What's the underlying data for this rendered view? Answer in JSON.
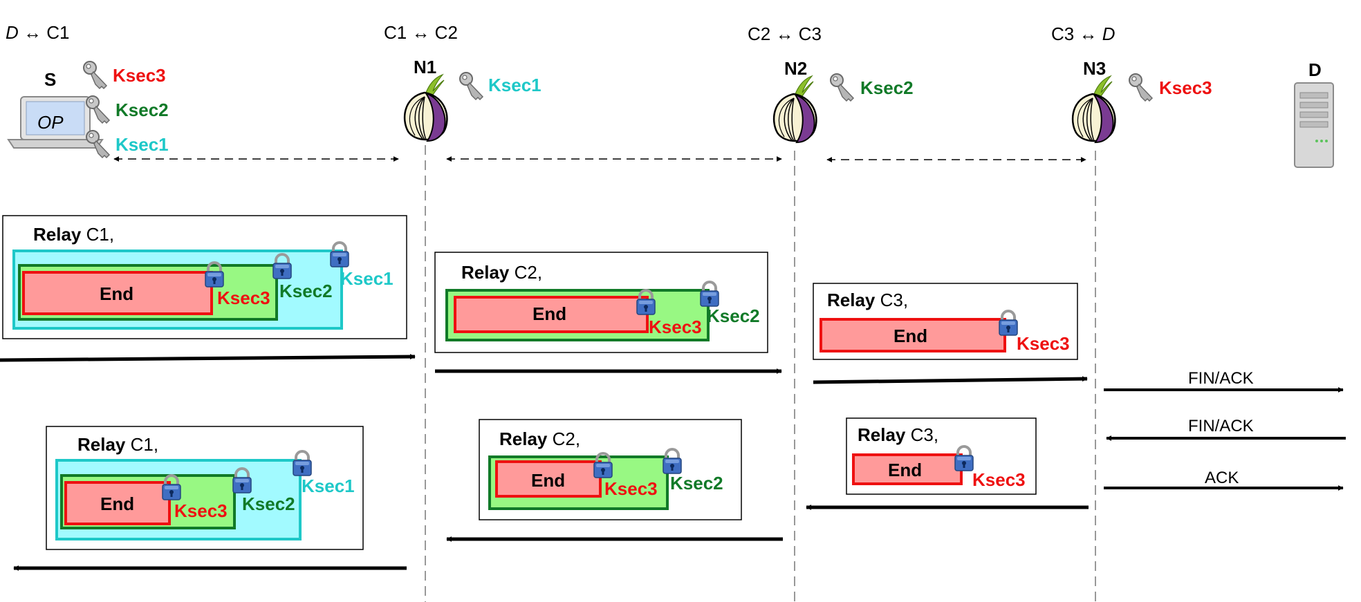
{
  "colors": {
    "ksec1": "#1ec8c8",
    "ksec2": "#117a28",
    "ksec3": "#ee1111",
    "outer1_fill": "#a2faff",
    "outer2_fill": "#98f883",
    "inner_fill": "#ff9a9a",
    "onion_purple": "#7a3b92"
  },
  "headers": {
    "d_c1": {
      "d": "D",
      "arrow": " ↔ ",
      "c": "C1"
    },
    "c1_c2": "C1 ↔ C2",
    "c2_c3": "C2 ↔ C3",
    "c3_d": {
      "c": "C3",
      "arrow": " ↔ ",
      "d": "D"
    }
  },
  "nodes": {
    "source": {
      "label": "S",
      "screen_text": "OP"
    },
    "n1": "N1",
    "n2": "N2",
    "n3": "N3",
    "dest": "D"
  },
  "keys": {
    "k1": "Ksec1",
    "k2": "Ksec2",
    "k3": "Ksec3"
  },
  "cells": {
    "relay_word": "Relay",
    "end_label": "End",
    "c1": "C1,",
    "c2": "C2,",
    "c3": "C3,"
  },
  "messages": {
    "fin_ack_1": "FIN/ACK",
    "fin_ack_2": "FIN/ACK",
    "ack": "ACK"
  }
}
